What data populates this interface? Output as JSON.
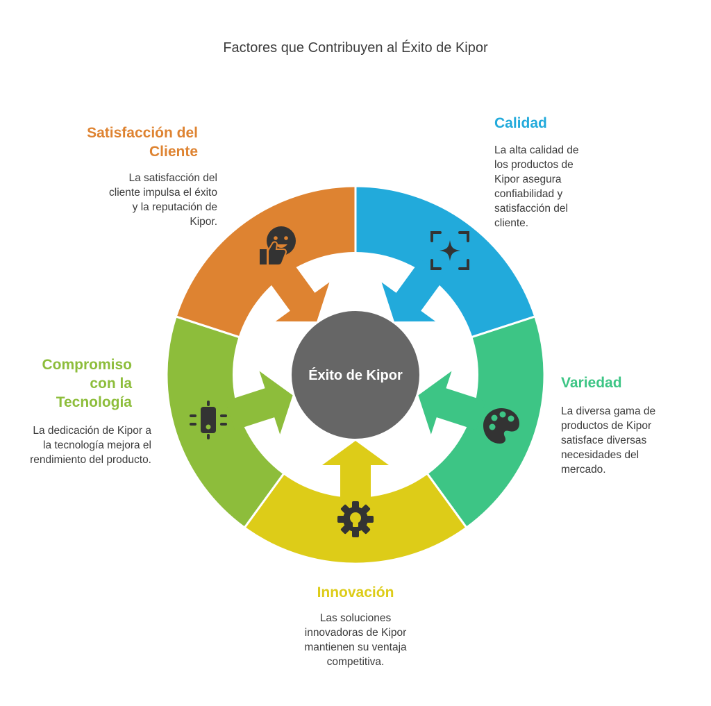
{
  "title": "Factores que Contribuyen al Éxito de Kipor",
  "center": {
    "label": "Éxito de Kipor",
    "color": "#666666"
  },
  "segments": [
    {
      "id": "calidad",
      "heading": "Calidad",
      "color": "#22AADB",
      "description": "La alta calidad de los productos de Kipor asegura confiabilidad y satisfacción del cliente.",
      "icon": "sparkle-focus-icon"
    },
    {
      "id": "variedad",
      "heading": "Variedad",
      "color": "#3DC585",
      "description": "La diversa gama de productos de Kipor satisface diversas necesidades del mercado.",
      "icon": "palette-icon"
    },
    {
      "id": "innovacion",
      "heading": "Innovación",
      "color": "#DDCC18",
      "description": "Las soluciones innovadoras de Kipor mantienen su ventaja competitiva.",
      "icon": "gear-bulb-icon"
    },
    {
      "id": "compromiso",
      "heading": "Compromiso con la Tecnología",
      "color": "#8DBD3B",
      "description": "La dedicación de Kipor a la tecnología mejora el rendimiento del producto.",
      "icon": "chip-icon"
    },
    {
      "id": "satisfaccion",
      "heading": "Satisfacción del Cliente",
      "color": "#DE8331",
      "description": "La satisfacción del cliente impulsa el éxito y la reputación de Kipor.",
      "icon": "smiley-thumbs-up-icon"
    }
  ]
}
